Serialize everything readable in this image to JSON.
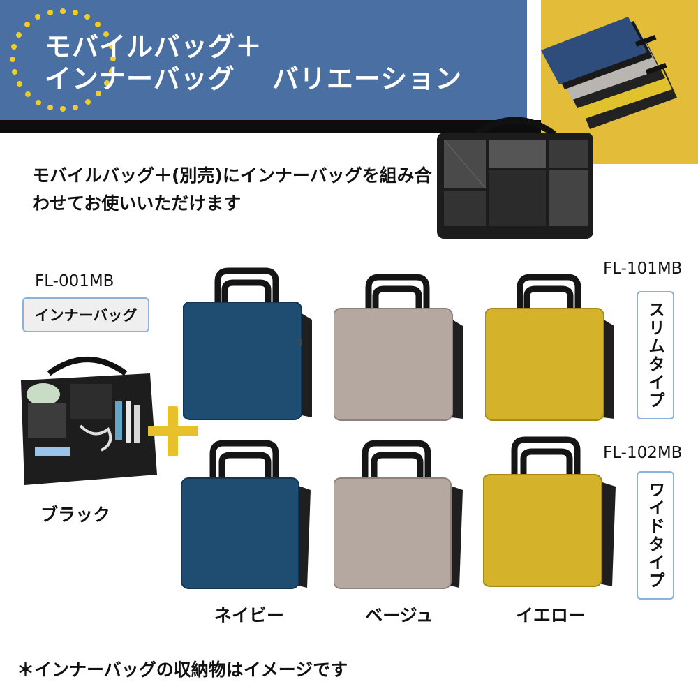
{
  "header": {
    "title": "モバイルバッグ＋\nインナーバッグ　 バリエーション",
    "subtitle": "モバイルバッグ＋(別売)にインナーバッグを組み合わせてお使いいただけます"
  },
  "inner_bag": {
    "model": "FL-001MB",
    "label": "インナーバッグ",
    "color": "ブラック"
  },
  "mobile_bags": {
    "slim": {
      "model": "FL-101MB",
      "label": "スリムタイプ"
    },
    "wide": {
      "model": "FL-102MB",
      "label": "ワイドタイプ"
    },
    "colors": [
      {
        "name": "ネイビー",
        "hex": "#1f4d72"
      },
      {
        "name": "ベージュ",
        "hex": "#b5a8a0"
      },
      {
        "name": "イエロー",
        "hex": "#d4b22a"
      }
    ]
  },
  "footnote": "＊インナーバッグの収納物はイメージです",
  "colors": {
    "banner": "#4a6fa3",
    "accent_yellow": "#e7c02c",
    "label_border": "#8bb1dc"
  }
}
